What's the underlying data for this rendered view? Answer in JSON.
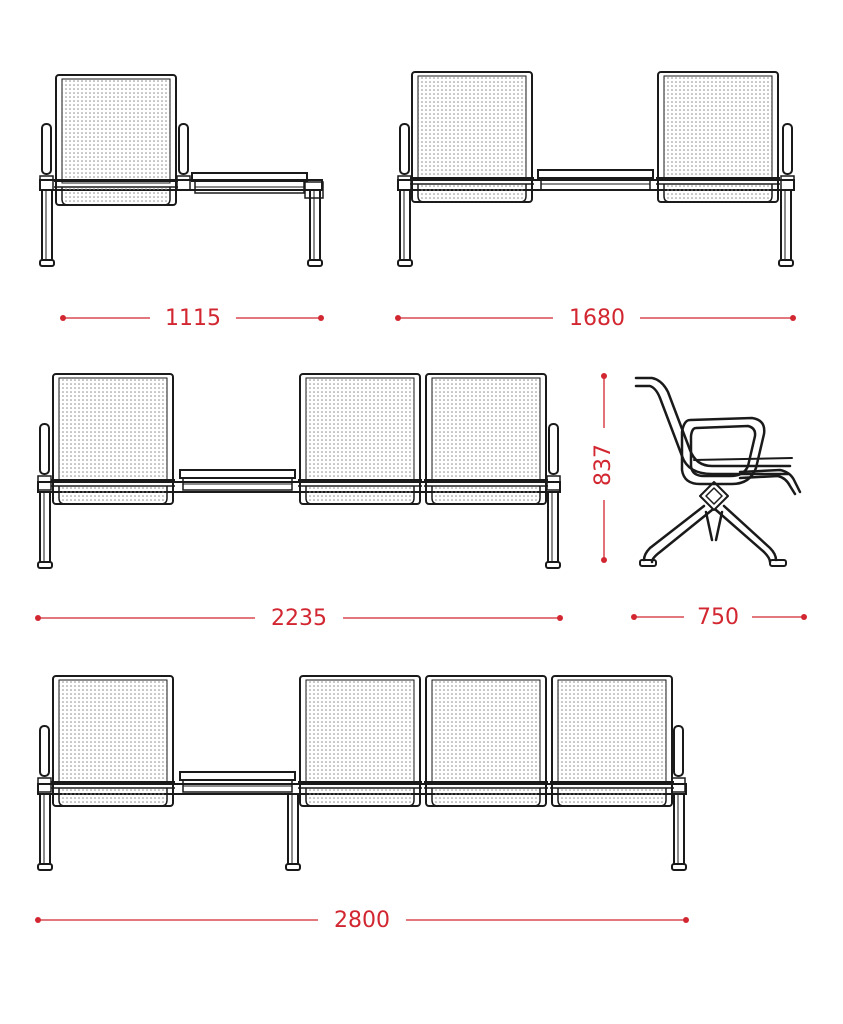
{
  "colors": {
    "dimension": "#d22630",
    "line": "#1a1a1a",
    "seat_fill": "#f2f2f2",
    "perforation": "#8a8a8a",
    "background": "#ffffff"
  },
  "dimensions": {
    "config_1_seat_table": "1115",
    "config_2_seat_table": "1680",
    "config_3_seat_table": "2235",
    "side_view_height": "837",
    "side_view_depth": "750",
    "config_4_seat_table": "2800"
  }
}
